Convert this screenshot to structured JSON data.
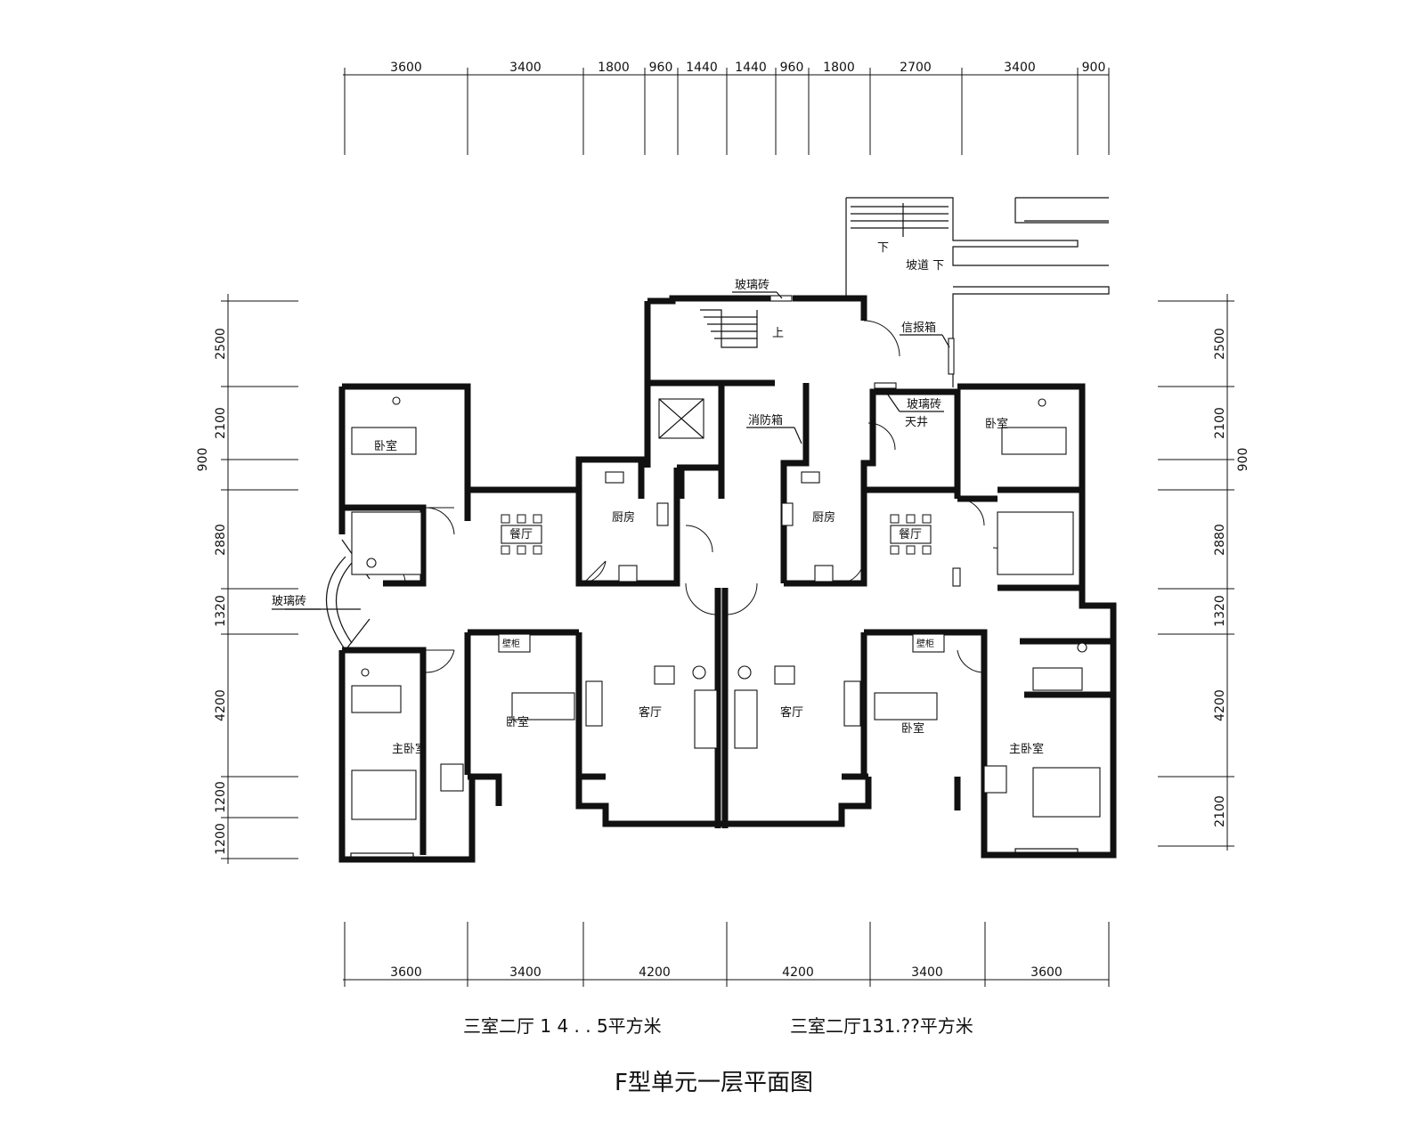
{
  "dimensions": {
    "top": [
      "3600",
      "3400",
      "1800",
      "960",
      "1440",
      "1440",
      "960",
      "1800",
      "2700",
      "3400",
      "900"
    ],
    "bottom": [
      "3600",
      "3400",
      "4200",
      "4200",
      "3400",
      "3600"
    ],
    "left": [
      "2500",
      "2100",
      "900",
      "2880",
      "1320",
      "4200",
      "1200",
      "1200"
    ],
    "right": [
      "2500",
      "2100",
      "900",
      "2880",
      "1320",
      "4200",
      "2100"
    ]
  },
  "rooms": {
    "glass_brick": "玻璃砖",
    "glass_brick_2": "玻璃砖",
    "glass_brick_3": "玻璃砖",
    "stair_up": "上",
    "stair_down": "下",
    "ramp_down": "坡道 下",
    "mailbox": "信报箱",
    "fire_box": "消防箱",
    "skylight": "天井",
    "kitchen_left": "厨房",
    "kitchen_right": "厨房",
    "dining_left": "餐厅",
    "dining_right": "餐厅",
    "living_left": "客厅",
    "living_right": "客厅",
    "bedroom_top_left": "卧室",
    "bedroom_top_right": "卧室",
    "bedroom_mid_left": "卧室",
    "bedroom_mid_right": "卧室",
    "master_left": "主卧室",
    "master_right": "主卧室",
    "closet_left": "壁柜",
    "closet_right": "壁柜"
  },
  "captions": {
    "area_left": "三室二厅 1 4 . . 5平方米",
    "area_right": "三室二厅131.??平方米",
    "title": "F型单元一层平面图"
  }
}
